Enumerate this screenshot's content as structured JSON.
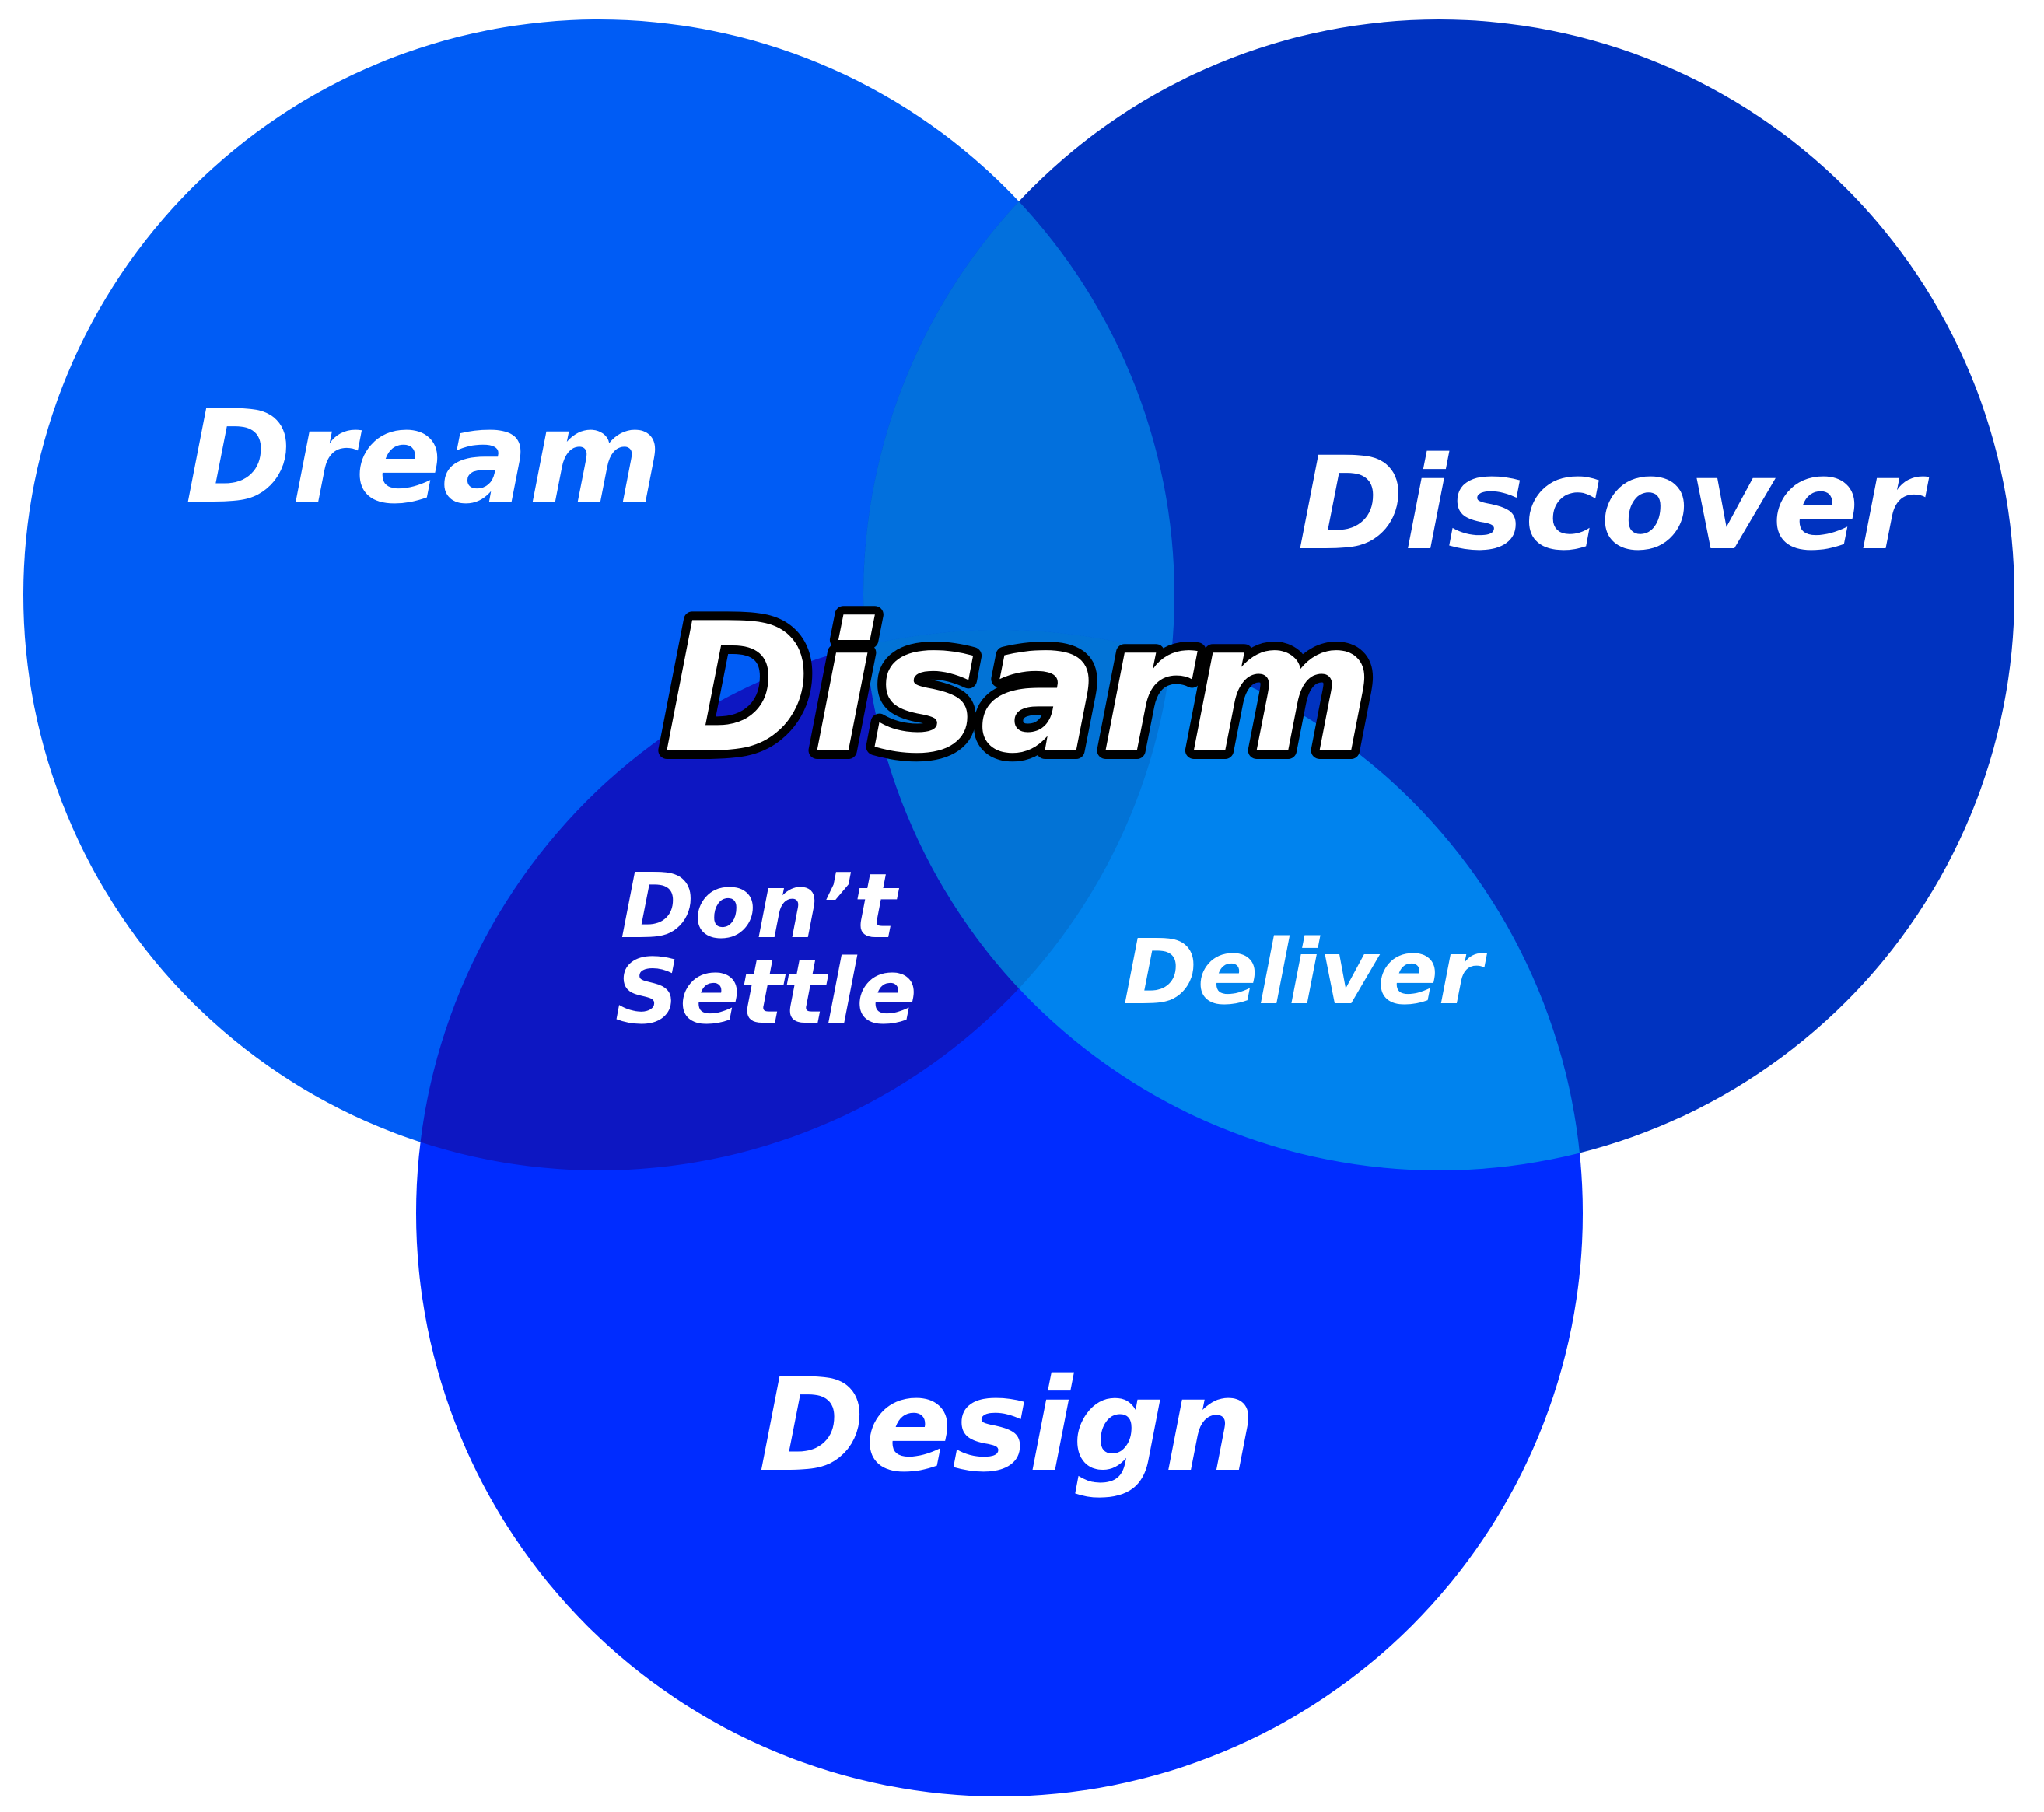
{
  "diagram": {
    "type": "venn",
    "sets": {
      "top_left": "Dream",
      "top_right": "Discover",
      "bottom": "Design"
    },
    "intersections": {
      "left_bottom": [
        "Don’t",
        "Settle"
      ],
      "right_bottom": "Deliver",
      "center": "Disarm"
    },
    "colors": {
      "top_left": "#005cf5",
      "top_right": "#0033c0",
      "bottom": "#002cff",
      "top_overlap": "#0270dd",
      "left_bottom_overlap": "#0d17c2",
      "right_bottom_overlap": "#0083ee",
      "center_overlap": "#0273d6",
      "center_text_outline": "#000000",
      "label_text": "#ffffff"
    }
  }
}
